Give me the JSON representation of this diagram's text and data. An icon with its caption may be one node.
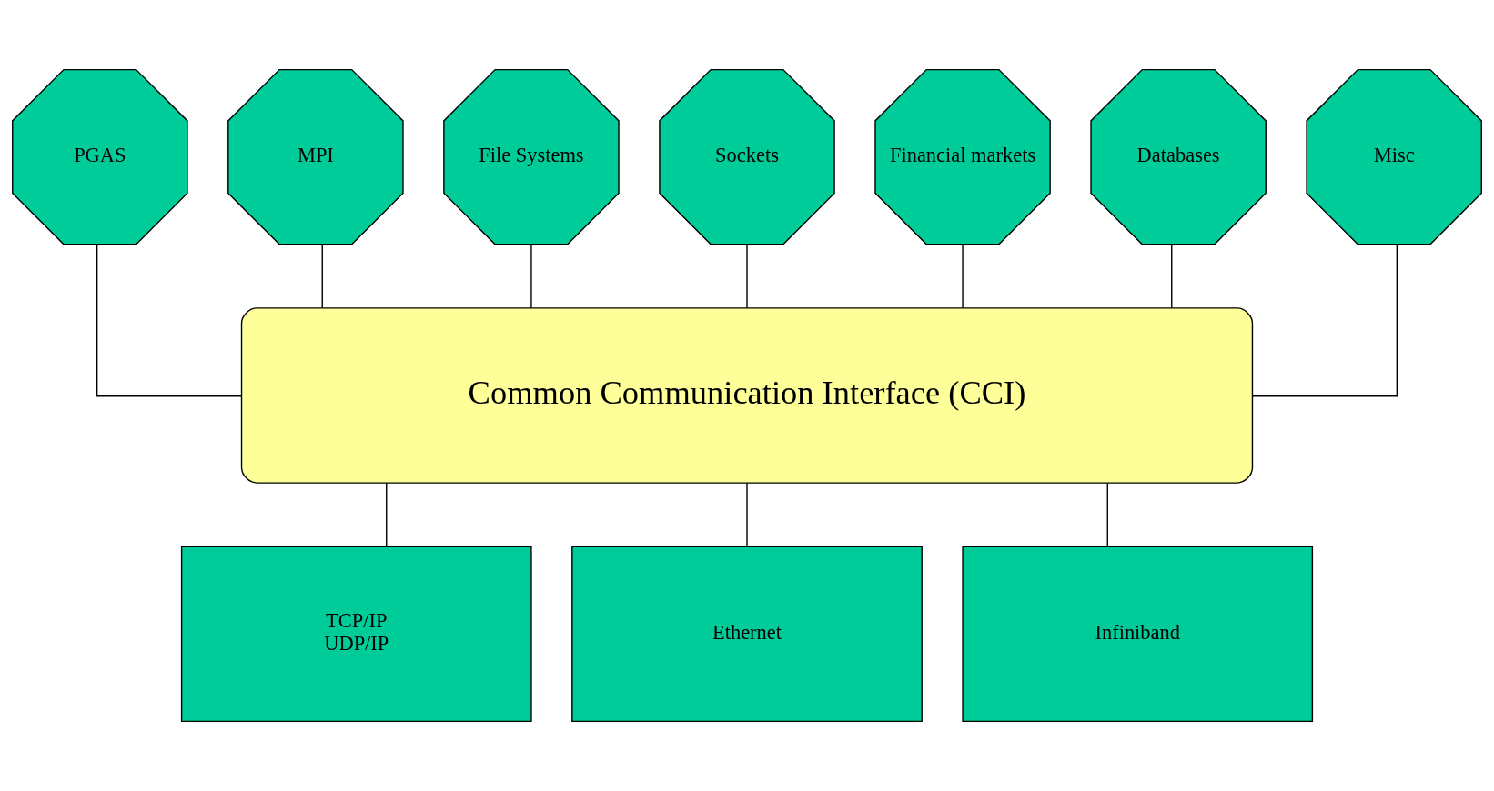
{
  "diagram": {
    "nodes": [
      {
        "text": [
          "PGAS"
        ]
      },
      {
        "text": [
          "MPI"
        ]
      },
      {
        "text": [
          "File Systems"
        ]
      },
      {
        "text": [
          "Sockets"
        ]
      },
      {
        "text": [
          "Financial markets"
        ]
      },
      {
        "text": [
          "Databases"
        ]
      },
      {
        "text": [
          "Misc"
        ]
      },
      {
        "text": [
          "Common Communication Interface (CCI)"
        ]
      },
      {
        "text": [
          "TCP/IP UDP/IP"
        ]
      },
      {
        "text": [
          "Ethernet"
        ]
      },
      {
        "text": [
          "Infiniband"
        ]
      }
    ],
    "edges": [
      {
        "from": 0,
        "to": 7,
        "arrow": "none"
      },
      {
        "from": 1,
        "to": 7,
        "arrow": "none"
      },
      {
        "from": 2,
        "to": 7,
        "arrow": "none"
      },
      {
        "from": 3,
        "to": 7,
        "arrow": "none"
      },
      {
        "from": 4,
        "to": 7,
        "arrow": "none"
      },
      {
        "from": 5,
        "to": 7,
        "arrow": "none"
      },
      {
        "from": 6,
        "to": 7,
        "arrow": "none"
      },
      {
        "from": 7,
        "to": 8,
        "arrow": "none"
      },
      {
        "from": 7,
        "to": 9,
        "arrow": "none"
      },
      {
        "from": 7,
        "to": 10,
        "arrow": "none"
      }
    ]
  }
}
